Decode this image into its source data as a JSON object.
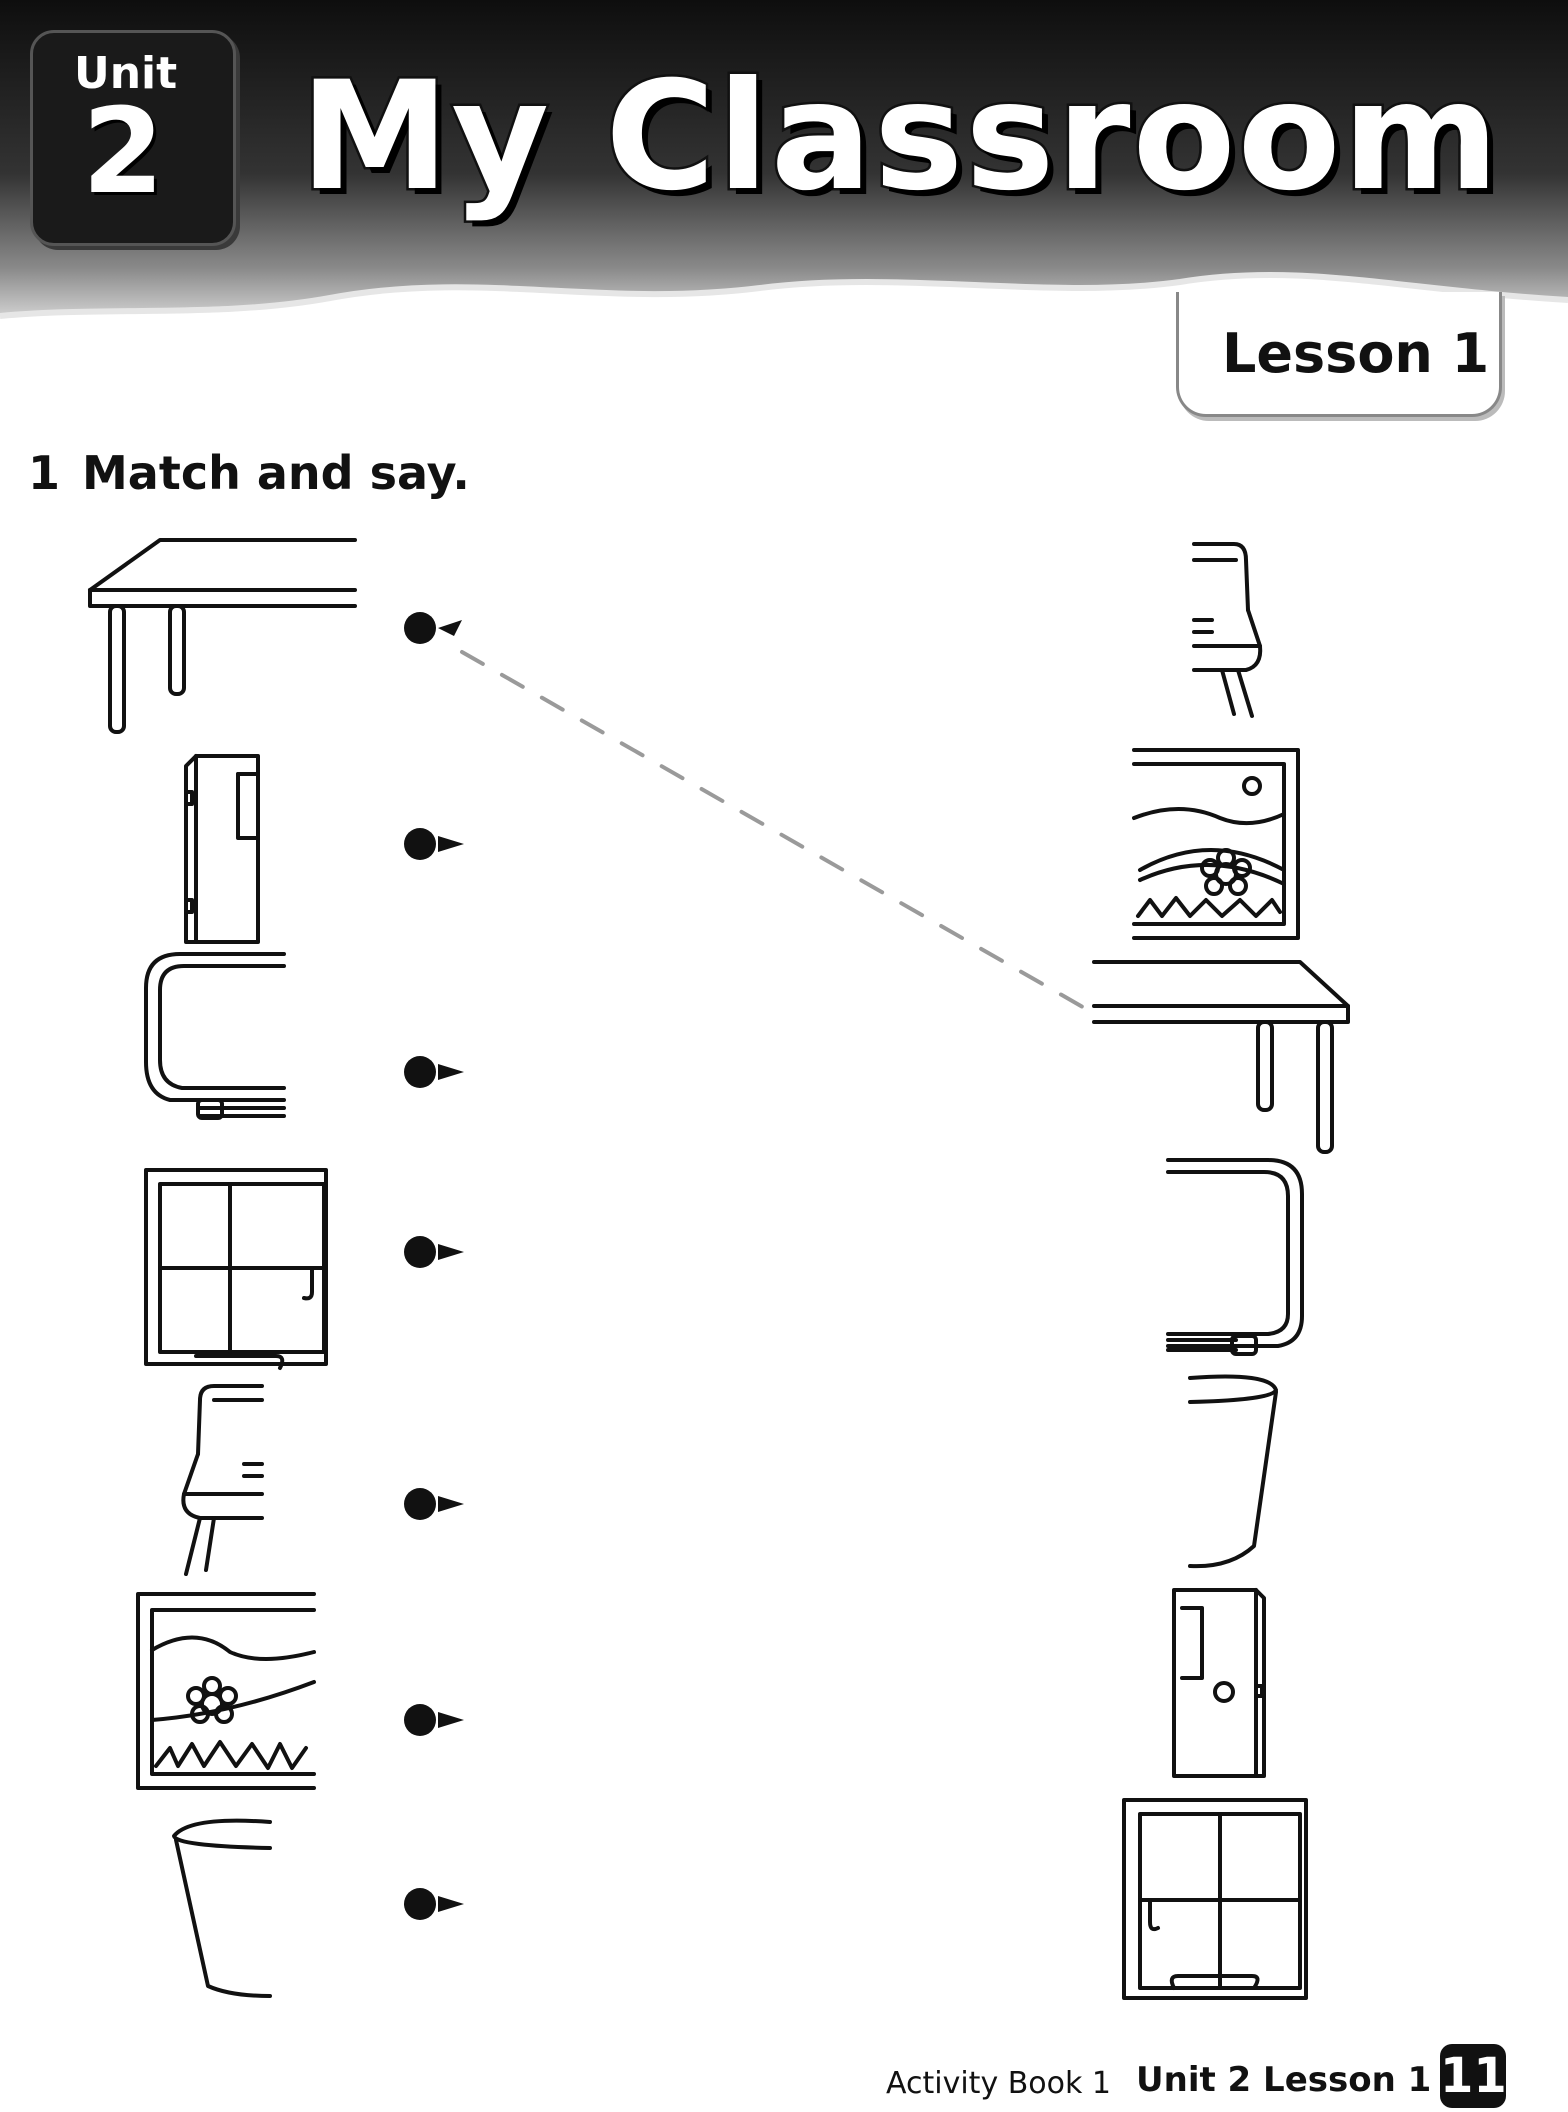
{
  "header": {
    "unit_word": "Unit",
    "unit_number": "2",
    "title": "My Classroom",
    "lesson": "Lesson 1"
  },
  "exercise": {
    "number": "1",
    "instruction": "Match and say.",
    "left_items": [
      "desk",
      "door",
      "board",
      "window",
      "chair",
      "picture",
      "bin"
    ],
    "right_items": [
      "chair",
      "picture",
      "desk",
      "board",
      "bin",
      "door",
      "window"
    ],
    "example_match": {
      "left": "desk",
      "right": "desk"
    }
  },
  "footer": {
    "book": "Activity Book 1",
    "unit_lesson": "Unit 2 Lesson 1",
    "page_number": "11"
  }
}
